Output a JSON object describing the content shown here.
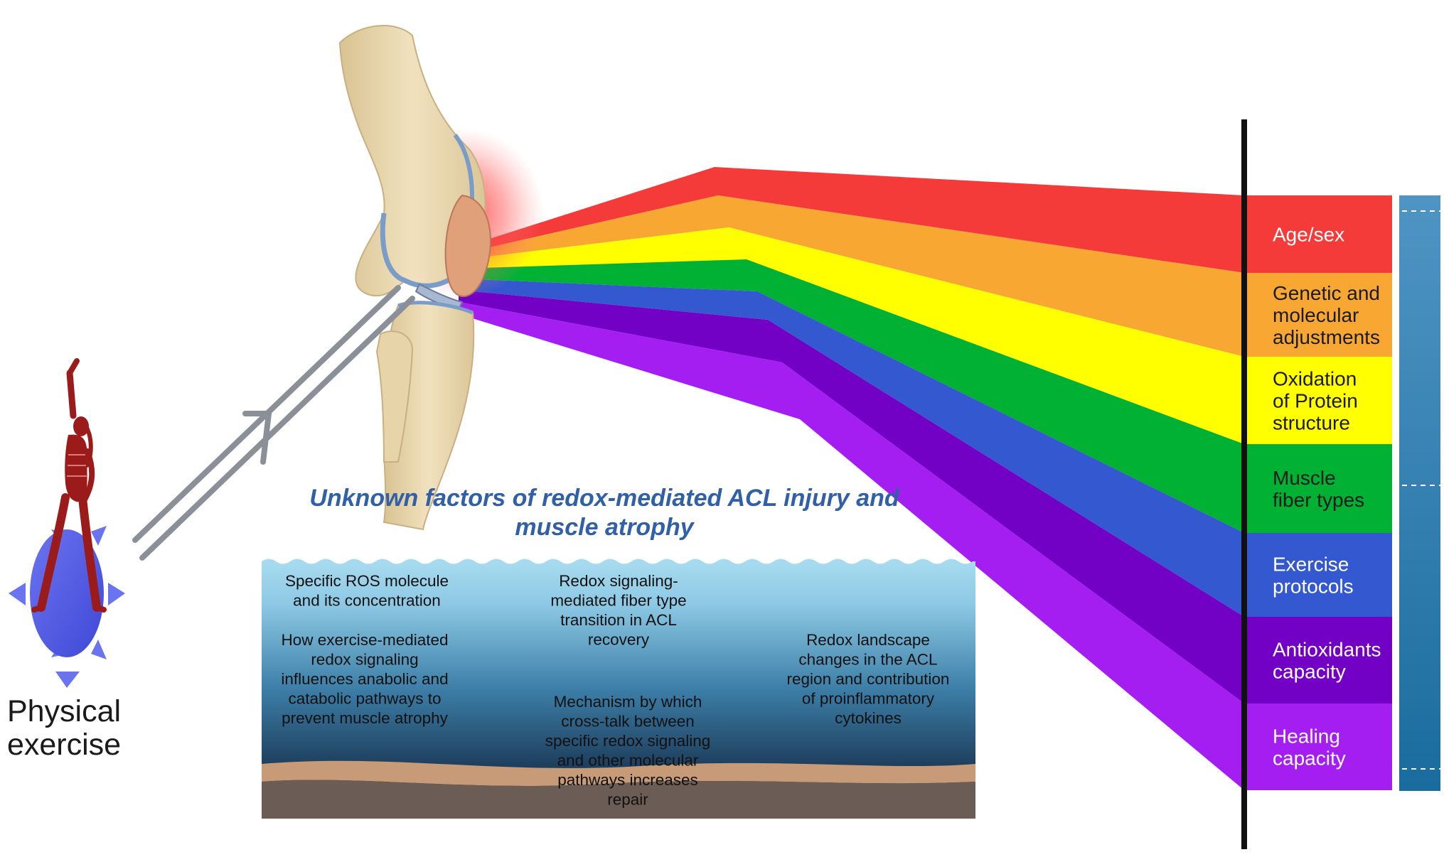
{
  "title": {
    "line1": "Unknown factors of redox-mediated ACL injury and",
    "line2": "muscle atrophy"
  },
  "exercise_label": {
    "line1": "Physical",
    "line2": "exercise"
  },
  "factors": [
    {
      "lines": [
        "Age/sex"
      ],
      "color": "#f53a3a",
      "text_color": "#ffffff"
    },
    {
      "lines": [
        "Genetic and",
        "molecular",
        "adjustments"
      ],
      "color": "#f8a733",
      "text_color": "#1b1b1b"
    },
    {
      "lines": [
        "Oxidation",
        "of Protein",
        "structure"
      ],
      "color": "#ffff00",
      "text_color": "#1b1b1b"
    },
    {
      "lines": [
        "Muscle",
        "fiber types"
      ],
      "color": "#00b133",
      "text_color": "#1b1b1b"
    },
    {
      "lines": [
        "Exercise",
        "protocols"
      ],
      "color": "#3358cf",
      "text_color": "#ffffff"
    },
    {
      "lines": [
        "Antioxidants",
        "capacity"
      ],
      "color": "#7300c5",
      "text_color": "#ffffff"
    },
    {
      "lines": [
        "Healing",
        "capacity"
      ],
      "color": "#a41ef2",
      "text_color": "#ffffff"
    }
  ],
  "unknowns": [
    {
      "lines": [
        "Specific ROS molecule",
        "and its concentration"
      ]
    },
    {
      "lines": [
        "How exercise-mediated",
        "redox signaling",
        "influences anabolic and",
        "catabolic pathways to",
        "prevent muscle atrophy"
      ]
    },
    {
      "lines": [
        "Redox signaling-",
        "mediated fiber type",
        "transition in ACL",
        "recovery"
      ]
    },
    {
      "lines": [
        "Mechanism by which",
        "cross-talk between",
        "specific redox signaling",
        "and other molecular",
        "pathways increases",
        "repair"
      ]
    },
    {
      "lines": [
        "Redox landscape",
        "changes in the ACL",
        "region and contribution",
        "of proinflammatory",
        "cytokines"
      ]
    }
  ],
  "colors": {
    "title": "#3060a8",
    "scale_bar": "#1f78a8",
    "figure": "#9b1b1b",
    "ball": "#5560e8",
    "bone": "#ecd9b0",
    "inflammation": "#ff4040"
  }
}
